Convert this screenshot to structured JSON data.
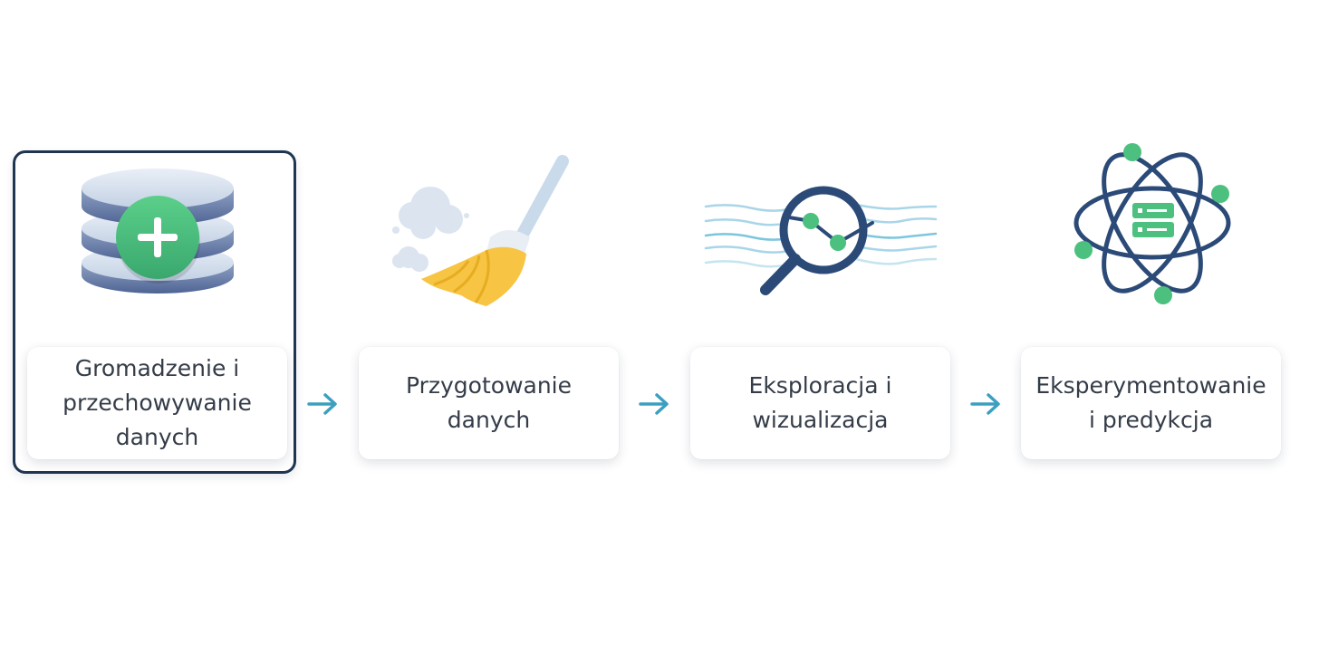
{
  "diagram": {
    "type": "process-flow",
    "highlighted_step": 0,
    "colors": {
      "frame": "#1f3550",
      "text": "#343c48",
      "arrow": "#3c9fc0",
      "accent_green": "#4cc07e",
      "navy": "#2b4a78",
      "broom_yellow": "#f7c443"
    },
    "steps": [
      {
        "label": "Gromadzenie i\nprzechowywanie\ndanych",
        "icon": "database-add-icon"
      },
      {
        "label": "Przygotowanie\ndanych",
        "icon": "broom-icon"
      },
      {
        "label": "Eksploracja i\nwizualizacja",
        "icon": "magnifier-chart-icon"
      },
      {
        "label": "Eksperymentowanie\ni predykcja",
        "icon": "atom-server-icon"
      }
    ],
    "connectors": [
      "arrow-right-icon",
      "arrow-right-icon",
      "arrow-right-icon"
    ]
  }
}
